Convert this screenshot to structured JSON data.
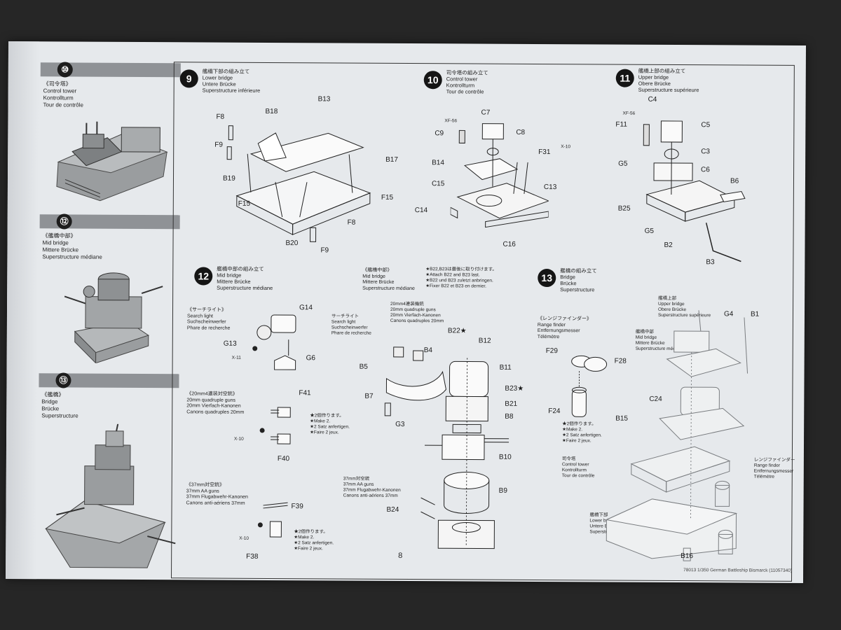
{
  "left_column": {
    "sections": [
      {
        "number": "⑩",
        "lines": [
          "《司令塔》",
          "Control tower",
          "Kontrollturm",
          "Tour de contrôle"
        ]
      },
      {
        "number": "⑫",
        "lines": [
          "《艦橋中部》",
          "Mid bridge",
          "Mittere Brücke",
          "Superstructure médiane"
        ]
      },
      {
        "number": "⑬",
        "lines": [
          "《艦橋》",
          "Bridge",
          "Brücke",
          "Superstructure"
        ]
      }
    ]
  },
  "steps": {
    "s9": {
      "number": "9",
      "lines": [
        "艦橋下部の組み立て",
        "Lower bridge",
        "Untere Brücke",
        "Superstructure inférieure"
      ]
    },
    "s10": {
      "number": "10",
      "lines": [
        "司令塔の組み立て",
        "Control tower",
        "Kontrollturm",
        "Tour de contrôle"
      ]
    },
    "s11": {
      "number": "11",
      "lines": [
        "艦橋上部の組み立て",
        "Upper bridge",
        "Obere Brücke",
        "Superstructure supérieure"
      ]
    },
    "s12": {
      "number": "12",
      "lines": [
        "艦橋中部の組み立て",
        "Mid bridge",
        "Mittere Brücke",
        "Superstructure médiane"
      ]
    },
    "s13": {
      "number": "13",
      "lines": [
        "艦橋の組み立て",
        "Bridge",
        "Brücke",
        "Superstructure"
      ]
    }
  },
  "subassemblies": {
    "searchlight": [
      "《サーチライト》",
      "Search light",
      "Suchscheinwerfer",
      "Phare de recherche"
    ],
    "guns20": [
      "《20mm4連装対空銃》",
      "20mm quadruple guns",
      "20mm Vierfach-Kanonen",
      "Canons quadruples 20mm"
    ],
    "guns37": [
      "《37mm対空銃》",
      "37mm AA guns",
      "37mm Flugabwehr-Kanonen",
      "Canons anti-aériens 37mm"
    ],
    "midbridge": [
      "《艦橋中部》",
      "Mid bridge",
      "Mittere Brücke",
      "Superstructure médiane"
    ],
    "rangefinder": [
      "《レンジファインダー》",
      "Range finder",
      "Entfernungsmesser",
      "Télémètre"
    ],
    "search_small": [
      "サーチライト",
      "Search light",
      "Suchscheinwerfer",
      "Phare de recherche"
    ],
    "guns20_small": [
      "20mm4連装機銃",
      "20mm quadruple guns",
      "20mm Vierfach-Kanonen",
      "Canons quadruples 20mm"
    ],
    "guns37_small": [
      "37mm対空銃",
      "37mm AA guns",
      "37mm Flugabwehr-Kanonen",
      "Canons anti-aériens 37mm"
    ],
    "upper_callout": [
      "艦橋上部",
      "Upper bridge",
      "Obere Brücke",
      "Superstructure supérieure"
    ],
    "mid_callout": [
      "艦橋中部",
      "Mid bridge",
      "Mittere Brücke",
      "Superstructure médiane"
    ],
    "ctrl_callout": [
      "司令塔",
      "Control tower",
      "Kontrollturm",
      "Tour de contrôle"
    ],
    "lower_callout": [
      "艦橋下部",
      "Lower bridge",
      "Untere Brücke",
      "Superstructure inférieure"
    ],
    "range_callout": [
      "レンジファインダー",
      "Range finder",
      "Entfernungsmesser",
      "Télémètre"
    ]
  },
  "notes": {
    "make2": [
      "★2個作ります。",
      "★Make 2.",
      "★2 Satz anfertigen.",
      "★Faire 2 jeux."
    ],
    "b22b23": [
      "★B22,B23は最後に取り付けます。",
      "★Attach B22 and B23 last.",
      "★B22 und B23 zuletzt anbringen.",
      "★Fixer B22 et B23 en dernier."
    ]
  },
  "part_labels": {
    "s9": [
      "F8",
      "B18",
      "B13",
      "F9",
      "B17",
      "B19",
      "F15",
      "F15",
      "F8",
      "B20",
      "F9"
    ],
    "s10": [
      "C7",
      "XF-56",
      "C9",
      "C8",
      "X-10",
      "F31",
      "B14",
      "C15",
      "C13",
      "C14",
      "C16"
    ],
    "s11": [
      "C4",
      "XF-56",
      "F11",
      "C5",
      "C3",
      "G5",
      "C6",
      "B6",
      "B25",
      "G5",
      "B2",
      "B3"
    ],
    "s12": [
      "G14",
      "G13",
      "X-11",
      "G6",
      "F41",
      "X-10",
      "F40",
      "F39",
      "X-10",
      "F38",
      "B22★",
      "B12",
      "B4",
      "B5",
      "B11",
      "B23★",
      "B7",
      "B21",
      "G3",
      "B8",
      "B10",
      "B9",
      "B24"
    ],
    "s13": [
      "G4",
      "B1",
      "F29",
      "F28",
      "F24",
      "C24",
      "B15",
      "B16"
    ]
  },
  "page_number": "8",
  "footer": "78013 1/350 German Battleship Bismarck (11057340)"
}
